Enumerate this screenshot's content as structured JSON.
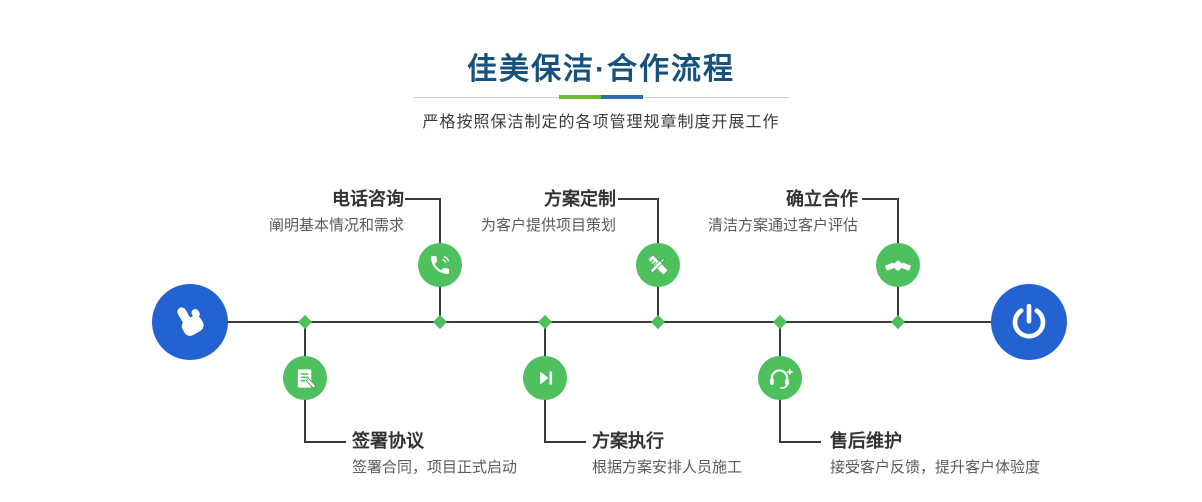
{
  "header": {
    "title": "佳美保洁·合作流程",
    "subtitle": "严格按照保洁制定的各项管理规章制度开展工作"
  },
  "timeline": {
    "start": {
      "icon": "hand-pointer-icon"
    },
    "end": {
      "icon": "power-icon"
    },
    "steps_top": [
      {
        "label": "电话咨询",
        "desc": "阐明基本情况和需求",
        "icon": "phone-icon"
      },
      {
        "label": "方案定制",
        "desc": "为客户提供项目策划",
        "icon": "design-tools-icon"
      },
      {
        "label": "确立合作",
        "desc": "清洁方案通过客户评估",
        "icon": "handshake-icon"
      }
    ],
    "steps_bottom": [
      {
        "label": "签署协议",
        "desc": "签署合同，项目正式启动",
        "icon": "contract-icon"
      },
      {
        "label": "方案执行",
        "desc": "根据方案安排人员施工",
        "icon": "play-next-icon"
      },
      {
        "label": "售后维护",
        "desc": "接受客户反馈，提升客户体验度",
        "icon": "customer-service-icon"
      }
    ]
  },
  "colors": {
    "accent_green": "#4fc05e",
    "accent_blue": "#2363d1",
    "title_blue": "#17517c",
    "divider_green": "#6fb92c",
    "divider_blue": "#2d6dad",
    "line_dark": "#3a3a3a"
  }
}
